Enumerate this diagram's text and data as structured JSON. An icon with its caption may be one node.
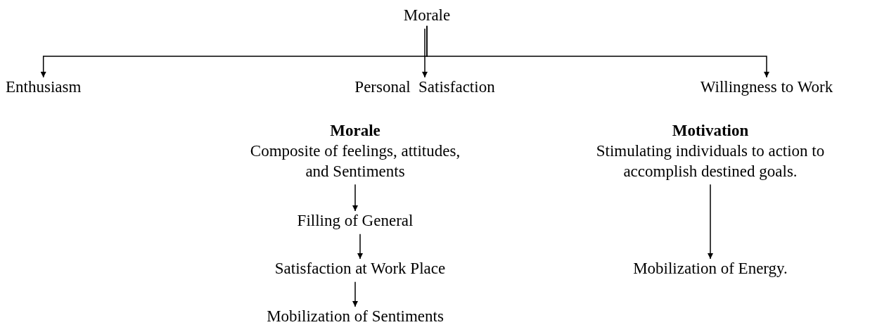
{
  "diagram": {
    "nodes": [
      {
        "text": [
          "Morale"
        ]
      },
      {
        "text": [
          "Enthusiasm"
        ]
      },
      {
        "text": [
          "Personal  Satisfaction"
        ]
      },
      {
        "text": [
          "Willingness to Work"
        ]
      },
      {
        "text": [
          "Morale",
          "Composite of feelings, attitudes, and Sentiments"
        ]
      },
      {
        "text": [
          "Filling of General"
        ]
      },
      {
        "text": [
          "Satisfaction at Work Place"
        ]
      },
      {
        "text": [
          "Mobilization of Sentiments"
        ]
      },
      {
        "text": [
          "Motivation",
          "Stimulating individuals to action to accomplish destined goals."
        ]
      },
      {
        "text": [
          "Mobilization of Energy."
        ]
      }
    ],
    "edges": [
      {
        "from": 0,
        "to": 1,
        "arrow": "to"
      },
      {
        "from": 0,
        "to": 2,
        "arrow": "to"
      },
      {
        "from": 0,
        "to": 3,
        "arrow": "to"
      },
      {
        "from": 4,
        "to": 5,
        "arrow": "to"
      },
      {
        "from": 5,
        "to": 6,
        "arrow": "to"
      },
      {
        "from": 6,
        "to": 7,
        "arrow": "to"
      },
      {
        "from": 8,
        "to": 9,
        "arrow": "to"
      }
    ]
  }
}
